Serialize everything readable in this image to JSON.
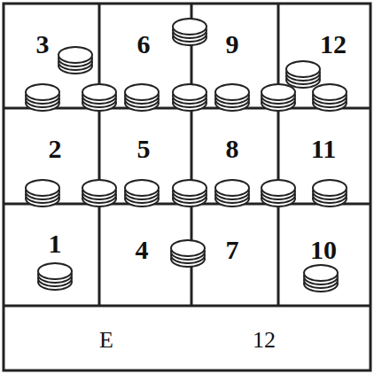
{
  "diagram": {
    "nodes": [
      {
        "text": [
          "3"
        ]
      },
      {
        "text": [
          "6"
        ]
      },
      {
        "text": [
          "9"
        ]
      },
      {
        "text": [
          "12"
        ]
      },
      {
        "text": [
          "2"
        ]
      },
      {
        "text": [
          "5"
        ]
      },
      {
        "text": [
          "8"
        ]
      },
      {
        "text": [
          "11"
        ]
      },
      {
        "text": [
          "1"
        ]
      },
      {
        "text": [
          "4"
        ]
      },
      {
        "text": [
          "7"
        ]
      },
      {
        "text": [
          "10"
        ]
      },
      {
        "text": [
          "E",
          "12"
        ]
      }
    ]
  }
}
